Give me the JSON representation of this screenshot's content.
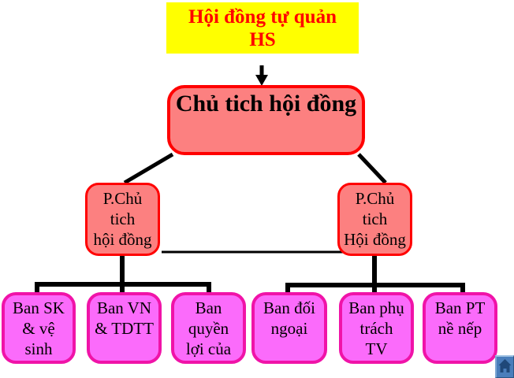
{
  "slide": {
    "background": "#FFFFFF",
    "colors": {
      "root_fill": "#FFFF00",
      "root_text": "#FF0000",
      "exec_fill": "#FC8080",
      "exec_border": "#FF0000",
      "dept_fill": "#FB6BFB",
      "dept_border": "#F013A8",
      "connector": "#000000",
      "home_button_fill": "#4A7EBB",
      "home_glyph": "#1F4879"
    }
  },
  "nodes": {
    "root": {
      "lines": [
        "Hội đồng tự quản",
        "HS"
      ]
    },
    "chairman": {
      "label": "Chủ tich hội đồng"
    },
    "vice_left": {
      "lines": [
        "P.Chủ",
        "tich",
        "hội đồng"
      ]
    },
    "vice_right": {
      "lines": [
        "P.Chủ",
        "tich",
        "Hội đồng"
      ]
    },
    "departments": [
      {
        "lines": [
          "Ban SK",
          "& vệ",
          "sinh"
        ]
      },
      {
        "lines": [
          "Ban VN",
          "& TDTT"
        ]
      },
      {
        "lines": [
          "Ban",
          "quyền",
          "lợi của"
        ]
      },
      {
        "lines": [
          "Ban đối",
          "ngoại"
        ]
      },
      {
        "lines": [
          "Ban phụ",
          "trách",
          "TV"
        ]
      },
      {
        "lines": [
          "Ban PT",
          "nề nếp"
        ]
      }
    ]
  },
  "icons": {
    "home_button": "home action button"
  }
}
